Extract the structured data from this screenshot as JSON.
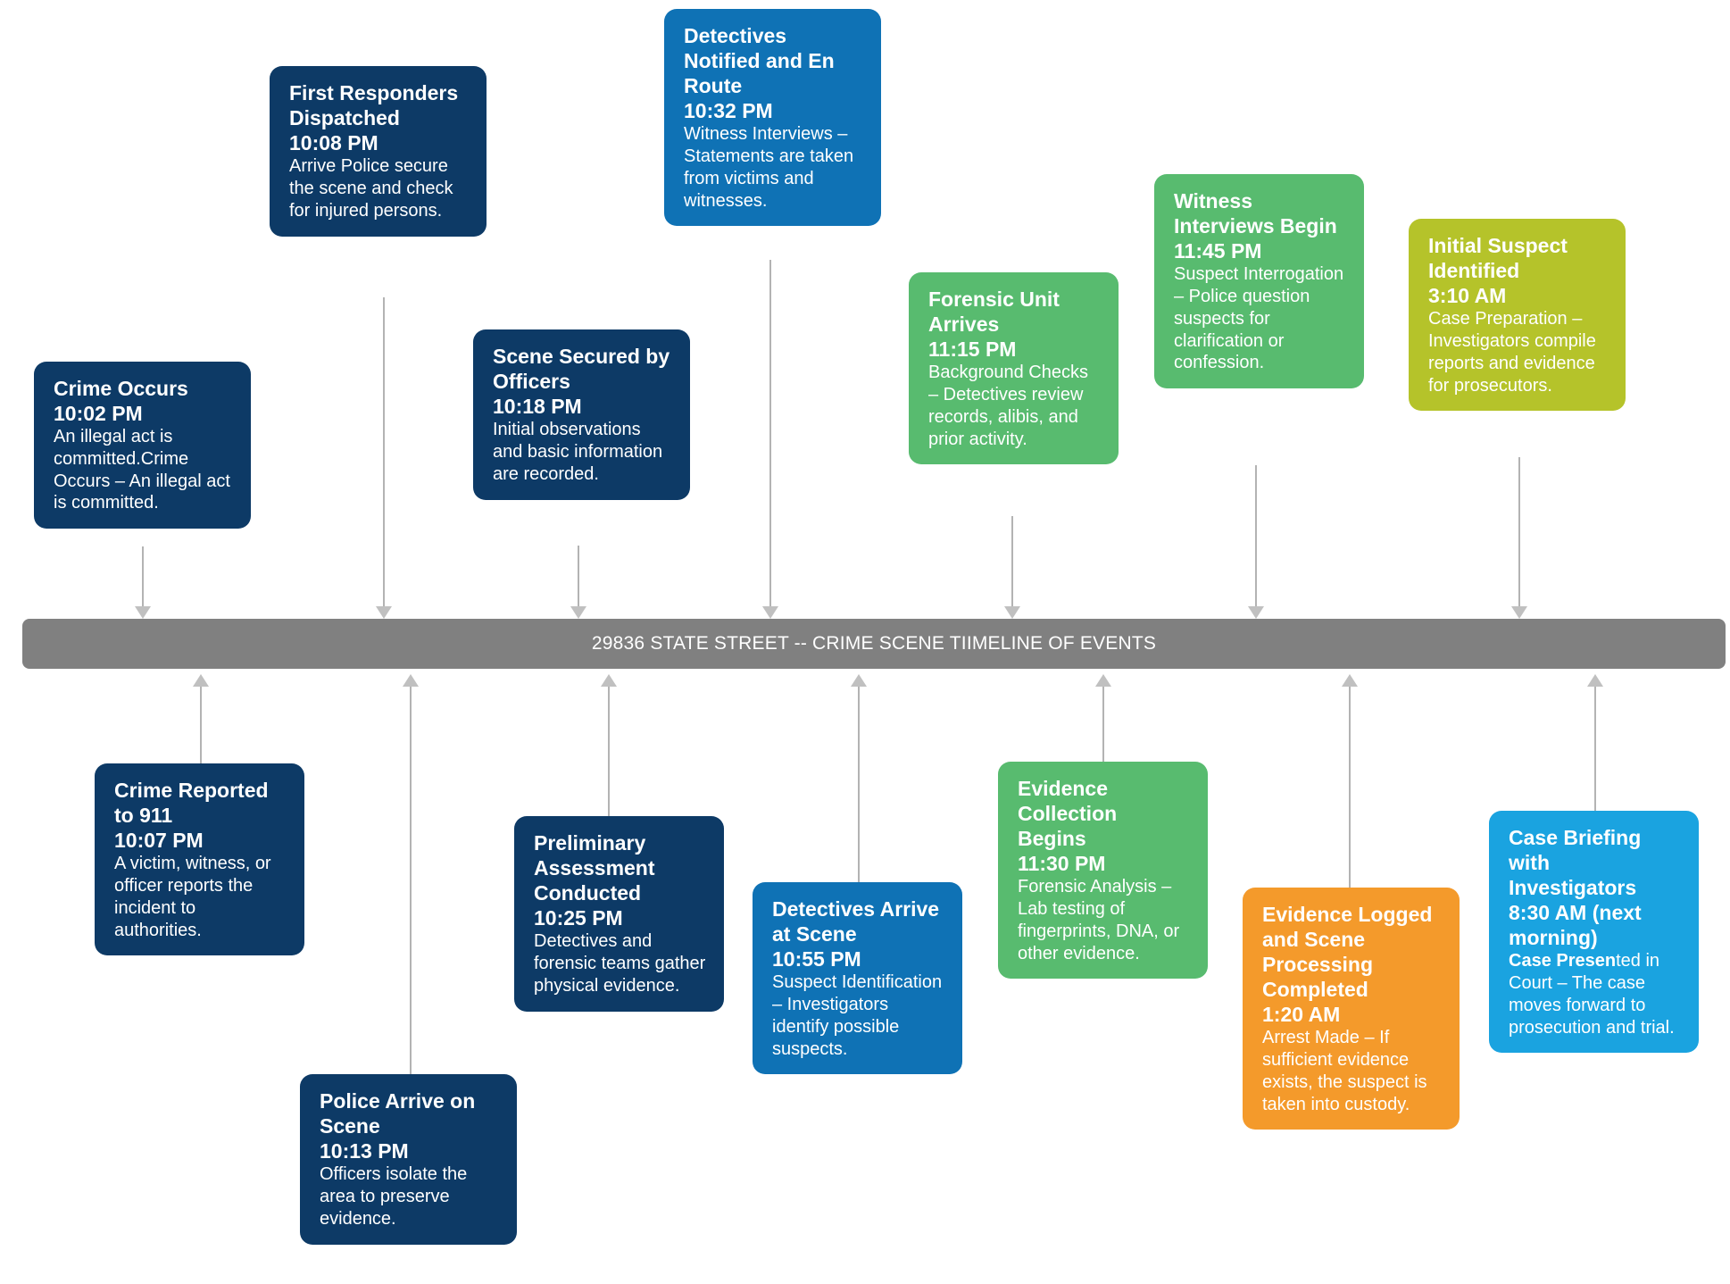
{
  "timeline": {
    "label": "29836 STATE STREET -- CRIME SCENE TIIMELINE OF EVENTS",
    "bar_color": "#808080",
    "connector_color": "#b3b3b3"
  },
  "colors": {
    "navy": "#0d3a66",
    "blue": "#0f72b5",
    "light_blue": "#1aa3e0",
    "green": "#58bb6f",
    "olive": "#b5c32a",
    "orange": "#f49a2b",
    "gray": "#808080"
  },
  "events_above": [
    {
      "id": "crime-occurs",
      "title": "Crime Occurs",
      "time": "10:02 PM",
      "desc": "An illegal act is committed.Crime Occurs – An illegal act is committed.",
      "color": "#0d3a66"
    },
    {
      "id": "first-responders-dispatched",
      "title": "First Responders Dispatched",
      "time": "10:08 PM",
      "desc": "Arrive  Police secure the scene and check for injured persons.",
      "color": "#0d3a66"
    },
    {
      "id": "scene-secured-by-officers",
      "title": "Scene Secured by Officers",
      "time": "10:18 PM",
      "desc": "Initial observations and basic information are recorded.",
      "color": "#0d3a66"
    },
    {
      "id": "detectives-notified-en-route",
      "title": "Detectives Notified and En Route",
      "time": "10:32 PM",
      "desc": "Witness Interviews – Statements are taken from victims and witnesses.",
      "color": "#0f72b5"
    },
    {
      "id": "forensic-unit-arrives",
      "title": "Forensic Unit Arrives",
      "time": "11:15 PM",
      "desc": "Background Checks – Detectives review records, alibis, and prior activity.",
      "color": "#58bb6f"
    },
    {
      "id": "witness-interviews-begin",
      "title": "Witness Interviews Begin",
      "time": "11:45 PM",
      "desc": "Suspect Interrogation – Police question suspects for clarification or confession.",
      "color": "#58bb6f"
    },
    {
      "id": "initial-suspect-identified",
      "title": "Initial Suspect Identified",
      "time": "3:10 AM",
      "desc": "Case Preparation – Investigators compile reports and evidence for prosecutors.",
      "color": "#b5c32a"
    }
  ],
  "events_below": [
    {
      "id": "crime-reported-to-911",
      "title": "Crime Reported to 911",
      "time": "10:07 PM",
      "desc": "A victim, witness, or officer reports the incident to authorities.",
      "color": "#0d3a66"
    },
    {
      "id": "police-arrive-on-scene",
      "title": "Police Arrive on Scene",
      "time": "10:13 PM",
      "desc": "Officers isolate the area to preserve evidence.",
      "color": "#0d3a66"
    },
    {
      "id": "preliminary-assessment-conducted",
      "title": "Preliminary Assessment Conducted",
      "time": "10:25 PM",
      "desc": "Detectives and forensic teams gather physical evidence.",
      "color": "#0d3a66"
    },
    {
      "id": "detectives-arrive-at-scene",
      "title": "Detectives Arrive at Scene",
      "time": "10:55 PM",
      "desc": "Suspect Identification – Investigators identify possible suspects.",
      "color": "#0f72b5"
    },
    {
      "id": "evidence-collection-begins",
      "title": "Evidence Collection Begins",
      "time": "11:30 PM",
      "desc": "Forensic Analysis – Lab testing of fingerprints, DNA, or other evidence.",
      "color": "#58bb6f"
    },
    {
      "id": "evidence-logged-scene-processing-completed",
      "title": "Evidence Logged and Scene Processing Completed",
      "time": "1:20 AM",
      "desc": "Arrest Made – If sufficient evidence exists, the suspect is taken into custody.",
      "color": "#f49a2b"
    },
    {
      "id": "case-briefing-with-investigators",
      "title": "Case Briefing with Investigators",
      "time": "8:30 AM (next morning)",
      "desc_bold_lead": "Case Presen",
      "desc": "ted in Court – The case moves forward to prosecution and trial.",
      "color": "#1aa3e0"
    }
  ]
}
